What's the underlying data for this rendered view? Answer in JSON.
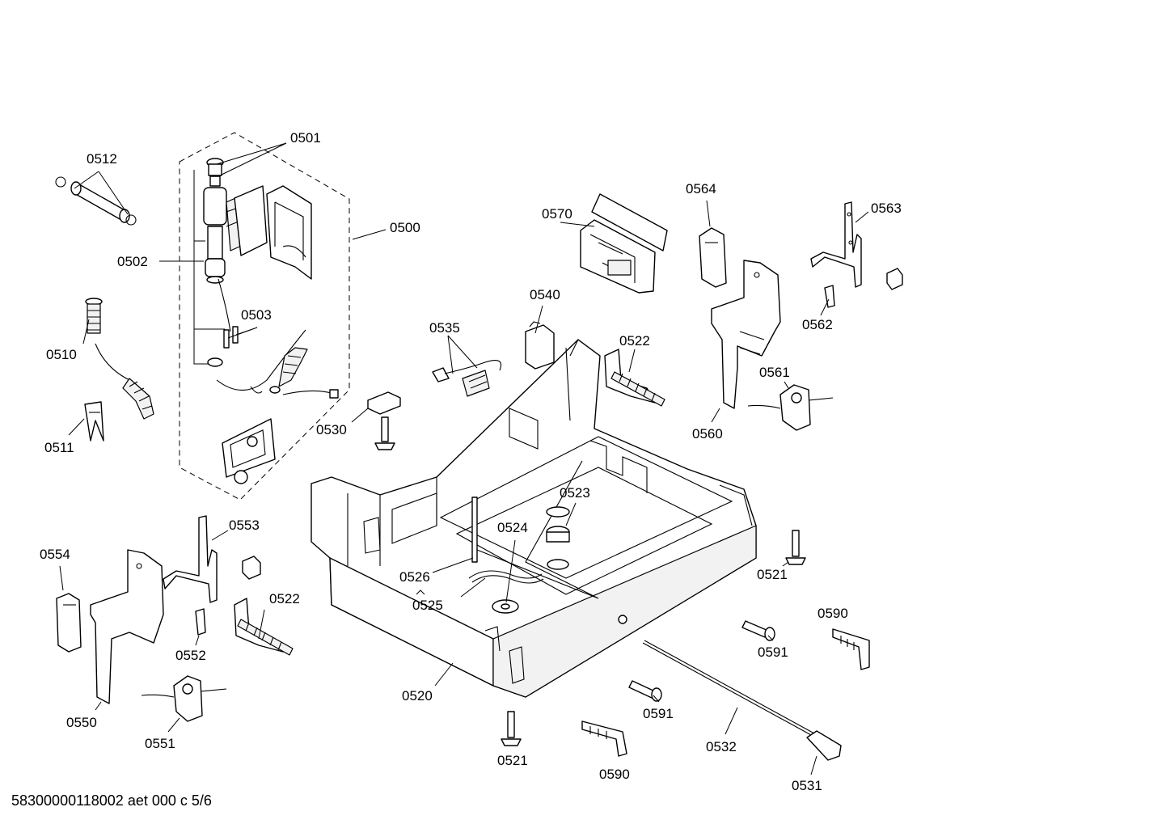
{
  "diagram": {
    "footer": "58300000118002 aet 000 c 5/6",
    "labels": {
      "l0500": "0500",
      "l0501": "0501",
      "l0502": "0502",
      "l0503": "0503",
      "l0510": "0510",
      "l0511": "0511",
      "l0512": "0512",
      "l0520": "0520",
      "l0521a": "0521",
      "l0521b": "0521",
      "l0522a": "0522",
      "l0522b": "0522",
      "l0523": "0523",
      "l0524": "0524",
      "l0525": "0525",
      "l0526": "0526",
      "l0530": "0530",
      "l0531": "0531",
      "l0532": "0532",
      "l0535": "0535",
      "l0540": "0540",
      "l0550": "0550",
      "l0551": "0551",
      "l0552": "0552",
      "l0553": "0553",
      "l0554": "0554",
      "l0560": "0560",
      "l0561": "0561",
      "l0562": "0562",
      "l0563": "0563",
      "l0564": "0564",
      "l0570": "0570",
      "l0590a": "0590",
      "l0590b": "0590",
      "l0591a": "0591",
      "l0591b": "0591"
    }
  }
}
